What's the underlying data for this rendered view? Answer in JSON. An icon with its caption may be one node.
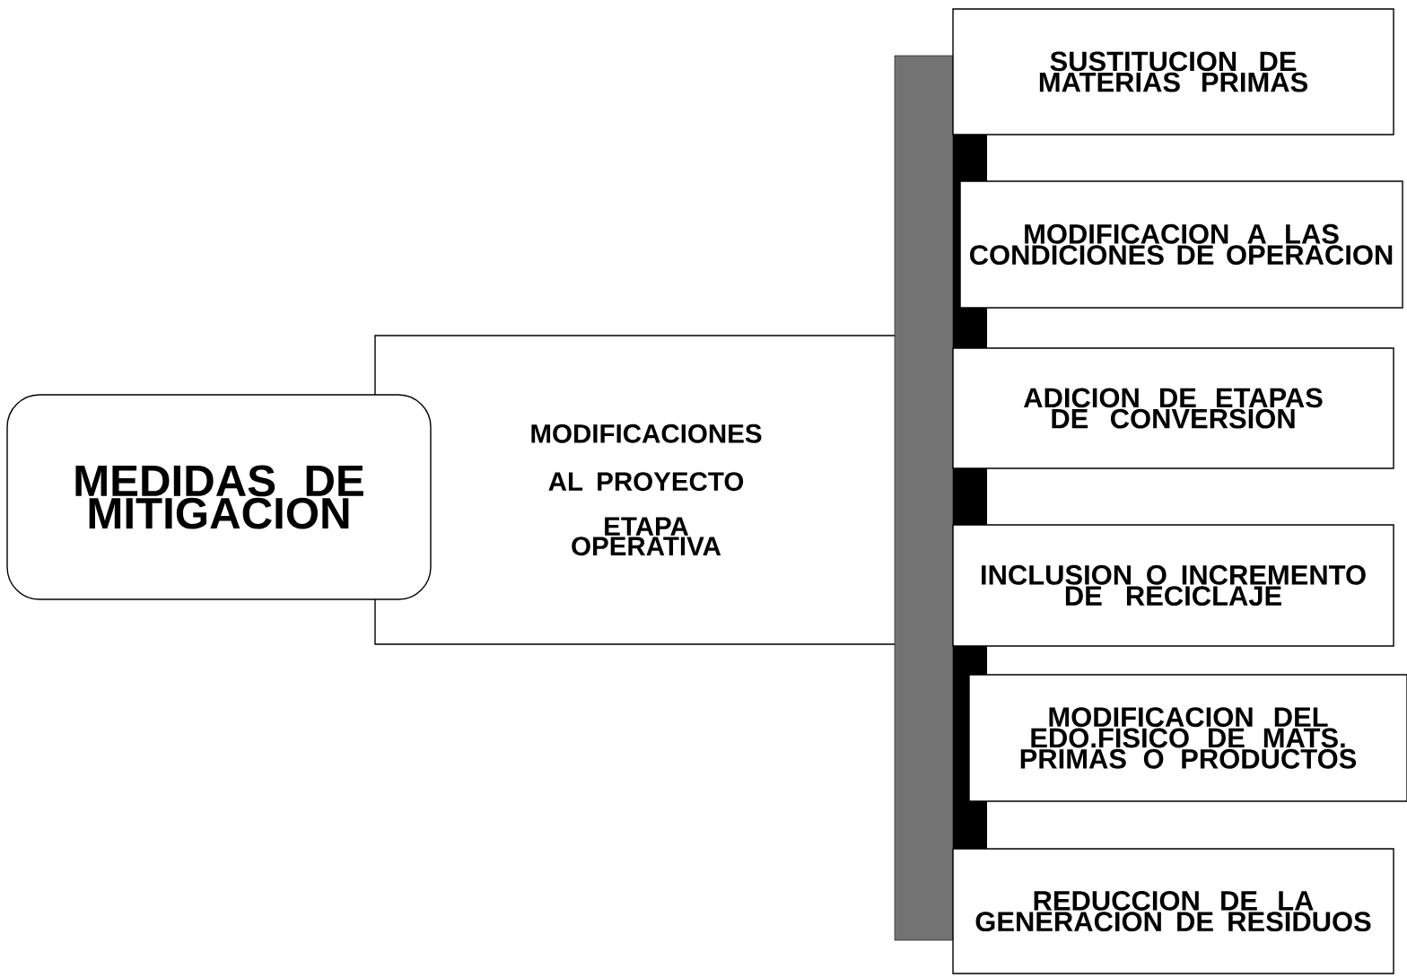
{
  "diagram": {
    "nodes": [
      {
        "text": [
          "MEDIDAS DE MITIGACION"
        ]
      },
      {
        "text": [
          "MODIFICACIONES AL PROYECTO",
          "ETAPA OPERATIVA"
        ]
      },
      {
        "text": [],
        "shape": "bar"
      },
      {
        "text": [
          "SUSTITUCION DE MATERIAS PRIMAS"
        ]
      },
      {
        "text": [
          "MODIFICACION A LAS CONDICIONES DE OPERACION"
        ]
      },
      {
        "text": [
          "ADICION DE ETAPAS DE CONVERSION"
        ]
      },
      {
        "text": [
          "INCLUSION O INCREMENTO DE RECICLAJE"
        ]
      },
      {
        "text": [
          "MODIFICACION DEL EDO.FISICO DE MATS. PRIMAS O PRODUCTOS"
        ]
      },
      {
        "text": [
          "REDUCCION DE LA GENERACION DE RESIDUOS"
        ]
      }
    ]
  }
}
